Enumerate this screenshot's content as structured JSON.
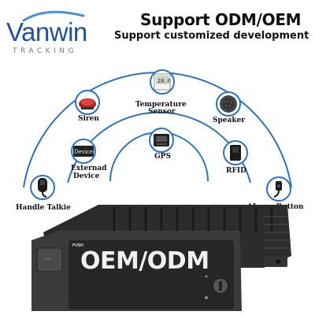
{
  "brand": {
    "name": "Vanwin",
    "tagline": "TRACKING",
    "color": "#1f4fa8"
  },
  "headline": "Support ODM/OEM",
  "subheadline": "Support customized development",
  "accent_color": "#2a72c8",
  "features": [
    {
      "id": "siren",
      "label": "Siren",
      "icon": "siren-icon"
    },
    {
      "id": "temperature-sensor",
      "label_line1": "Temperature",
      "label_line2": "Sensor",
      "icon": "thermometer-display-icon"
    },
    {
      "id": "speaker",
      "label": "Speaker",
      "icon": "speaker-icon"
    },
    {
      "id": "external-device",
      "label_line1": "Externad",
      "label_line2": "Device",
      "device_text": "Device",
      "icon": "external-device-icon"
    },
    {
      "id": "gps",
      "label": "GPS",
      "icon": "gps-module-icon"
    },
    {
      "id": "rfid",
      "label": "RFID",
      "icon": "rfid-reader-icon"
    },
    {
      "id": "handle-talkie",
      "label": "Handle Talkie",
      "icon": "handheld-microphone-icon"
    },
    {
      "id": "alarm-button",
      "label": "ALarm Button",
      "icon": "alarm-button-icon"
    }
  ],
  "device": {
    "panel_text": "OEM/ODM",
    "push_label": "PUSH",
    "usb_label": "USB"
  }
}
